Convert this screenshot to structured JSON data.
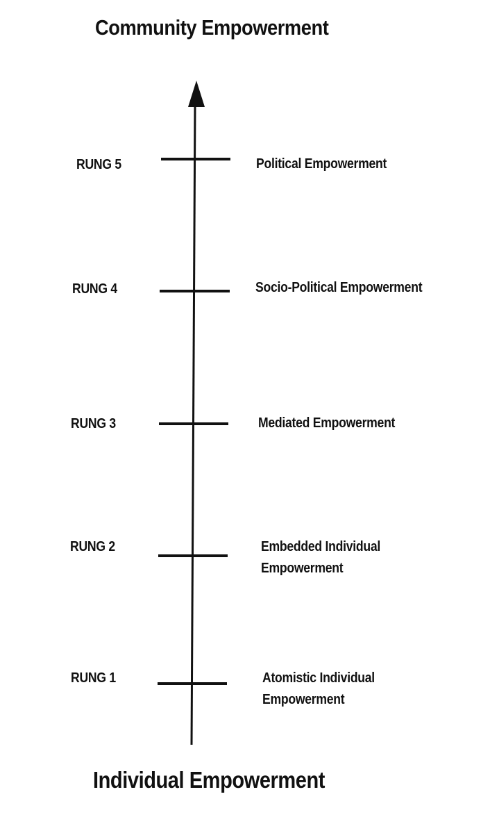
{
  "top_label": "Community Empowerment",
  "bottom_label": "Individual Empowerment",
  "rungs": [
    {
      "label": "RUNG 5",
      "description": "Political Empowerment"
    },
    {
      "label": "RUNG 4",
      "description": "Socio-Political Empowerment"
    },
    {
      "label": "RUNG 3",
      "description": "Mediated Empowerment"
    },
    {
      "label": "RUNG 2",
      "description": "Embedded Individual\nEmpowerment"
    },
    {
      "label": "RUNG 1",
      "description": "Atomistic Individual\nEmpowerment"
    }
  ]
}
